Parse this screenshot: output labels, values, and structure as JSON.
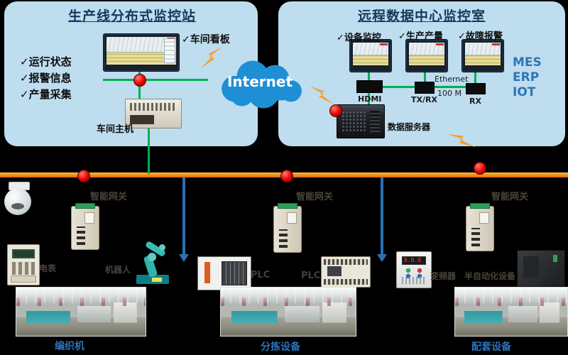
{
  "left_panel": {
    "title": "生产线分布式监控站",
    "features": [
      "✓运行状态",
      "✓报警信息",
      "✓产量采集"
    ],
    "monitor_label": "✓车间看板",
    "host_label": "车间主机"
  },
  "cloud": {
    "label": "Internet"
  },
  "right_panel": {
    "title": "远程数据中心监控室",
    "monitor_labels": [
      "✓设备监控",
      "✓生产产量",
      "✓故障报警"
    ],
    "port_labels": [
      "HDMI",
      "TX/RX",
      "RX"
    ],
    "ethernet_label": "Ethernet",
    "speed_label": "100 M",
    "stack": [
      "MES",
      "ERP",
      "IOT"
    ],
    "server_label": "数据服务器"
  },
  "field": {
    "gateway_labels": [
      "智能网关",
      "智能网关",
      "智能网关"
    ],
    "device_labels": {
      "meter": "电表",
      "robot": "机器人",
      "plc1": "PLC",
      "plc2": "PLC",
      "vfd": "变频器",
      "semi_auto": "半自动化设备"
    },
    "photo_labels": [
      "编织机",
      "分拣设备",
      "配套设备"
    ]
  },
  "colors": {
    "panel_bg": "#BEDDEF",
    "title_navy": "#17375E",
    "cloud_blue": "#1E8FD5",
    "line_green": "#00B050",
    "bus_orange": "#F7941E",
    "node_red": "#E60000",
    "link_blue": "#2D6FB5",
    "photo_label_blue": "#2D72B8",
    "stack_blue": "#2E75B6",
    "bolt_orange": "#F79E2D"
  }
}
